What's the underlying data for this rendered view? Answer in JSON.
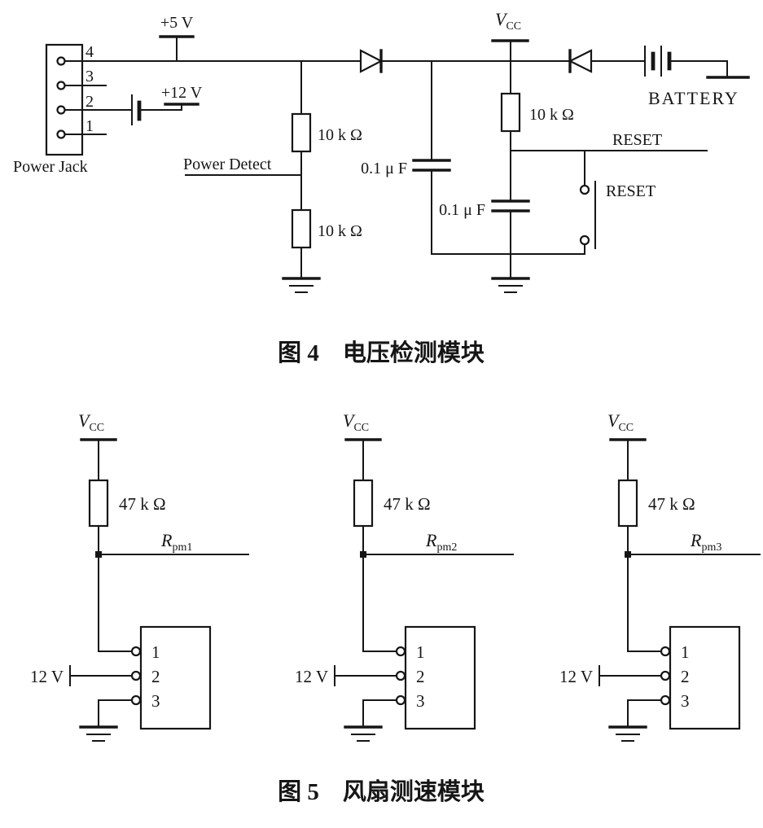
{
  "figure4": {
    "caption": "图 4　电压检测模块",
    "power_jack_label": "Power Jack",
    "pins": [
      "4",
      "3",
      "2",
      "1"
    ],
    "supply_5v": "+5 V",
    "supply_12v": "+12 V",
    "vcc_main": "V",
    "vcc_sub": "CC",
    "r_top": "10 k Ω",
    "r_bottom": "10 k Ω",
    "r_pullup": "10 k Ω",
    "cap_left": "0.1 μ F",
    "cap_right": "0.1 μ F",
    "power_detect": "Power Detect",
    "reset_net": "RESET",
    "reset_button": "RESET",
    "battery": "BATTERY"
  },
  "figure5": {
    "caption": "图 5　风扇测速模块",
    "blocks": [
      {
        "vcc": "V",
        "vcc_sub": "CC",
        "r": "47 k Ω",
        "sig": "R",
        "sig_sub": "pm1",
        "v12": "12 V",
        "pin1": "1",
        "pin2": "2",
        "pin3": "3"
      },
      {
        "vcc": "V",
        "vcc_sub": "CC",
        "r": "47 k Ω",
        "sig": "R",
        "sig_sub": "pm2",
        "v12": "12 V",
        "pin1": "1",
        "pin2": "2",
        "pin3": "3"
      },
      {
        "vcc": "V",
        "vcc_sub": "CC",
        "r": "47 k Ω",
        "sig": "R",
        "sig_sub": "pm3",
        "v12": "12 V",
        "pin1": "1",
        "pin2": "2",
        "pin3": "3"
      }
    ]
  }
}
